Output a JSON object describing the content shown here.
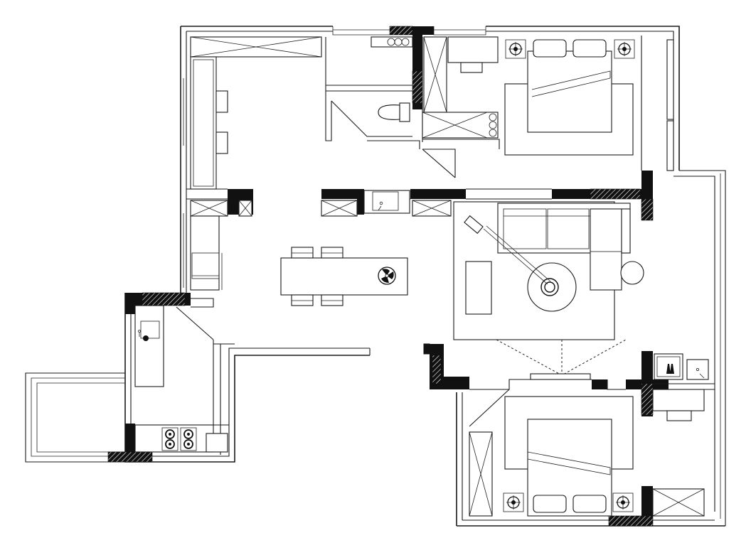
{
  "drawing": {
    "type": "floor-plan",
    "style": "black line architectural plan, no text labels"
  },
  "rooms": [
    "living-room",
    "dining-area",
    "kitchen",
    "balcony",
    "bathroom",
    "master-bedroom",
    "second-bedroom",
    "study-corner",
    "corridor"
  ],
  "fixtures": {
    "beds": 2,
    "sofas": 1,
    "dining_chairs": 4,
    "toilets": 1,
    "sinks": 3,
    "wardrobes": 5,
    "stove_burners": 4
  },
  "colors": {
    "line": "#1a1a1a",
    "solid_wall": "#111111",
    "background": "#ffffff"
  }
}
